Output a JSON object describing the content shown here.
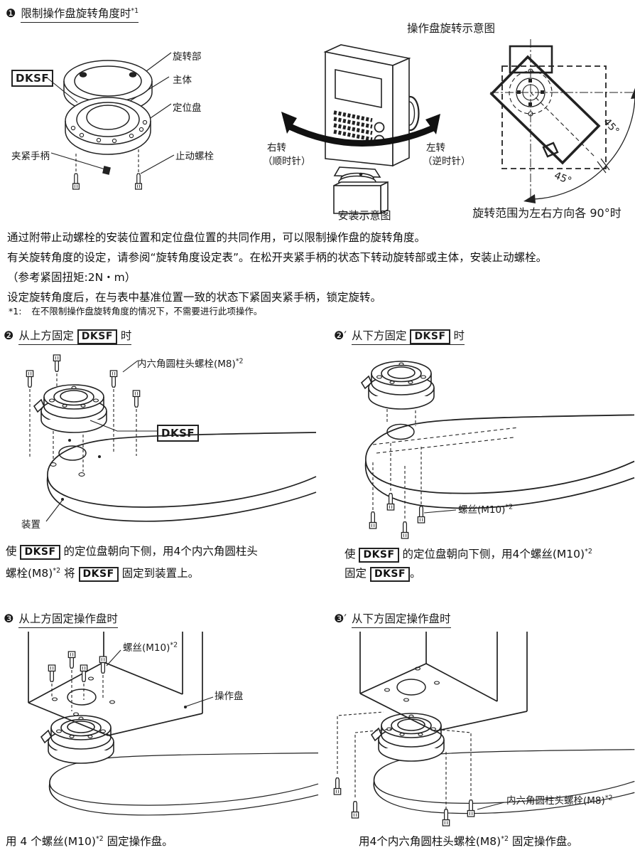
{
  "s1": {
    "bullet": "❶",
    "title": "限制操作盘旋转角度时",
    "title_sup": "*1",
    "flange_fig": {
      "dksf": "DKSF",
      "rotating_part": "旋转部",
      "main_body": "主体",
      "positioning_plate": "定位盘",
      "clamp_handle": "夹紧手柄",
      "stop_bolt": "止动螺栓"
    },
    "panel_fig": {
      "title": "操作盘旋转示意图",
      "right_turn": "右转",
      "right_turn_dir": "（顺时针）",
      "left_turn": "左转",
      "left_turn_dir": "（逆时针）",
      "caption": "安装示意图"
    },
    "rotation_fig": {
      "angle_upper": "45°",
      "angle_lower": "45°",
      "caption": "旋转范围为左右方向各 90°时"
    },
    "para": [
      "通过附带止动螺栓的安装位置和定位盘位置的共同作用，可以限制操作盘的旋转角度。",
      "有关旋转角度的设定，请参阅“旋转角度设定表”。在松开夹紧手柄的状态下转动旋转部或主体，安装止动螺栓。",
      "（参考紧固扭矩:2N・m）",
      "设定旋转角度后，在与表中基准位置一致的状态下紧固夹紧手柄，锁定旋转。"
    ],
    "note_marker": "*1:",
    "note": "在不限制操作盘旋转角度的情况下，不需要进行此项操作。"
  },
  "s2a": {
    "bullet": "❷",
    "t1": "从上方固定",
    "dksf": "DKSF",
    "t2": "时",
    "bolt_label": "内六角圆柱头螺栓(M8)",
    "bolt_sup": "*2",
    "dksf_box": "DKSF",
    "device": "装置",
    "cap": {
      "c1": "使",
      "d1": "DKSF",
      "c2": "的定位盘朝向下侧，用4个内六角圆柱头",
      "c3": "螺栓(M8)",
      "sup": "*2",
      "c4": "将",
      "d2": "DKSF",
      "c5": "固定到装置上。"
    }
  },
  "s2b": {
    "bullet": "❷′",
    "t1": "从下方固定",
    "dksf": "DKSF",
    "t2": "时",
    "screw_label": "螺丝(M10)",
    "screw_sup": "*2",
    "cap": {
      "c1": "使",
      "d1": "DKSF",
      "c2": "的定位盘朝向下侧，用4个螺丝(M10)",
      "sup": "*2",
      "c3": "固定",
      "d2": "DKSF",
      "c4": "。"
    }
  },
  "s3a": {
    "bullet": "❸",
    "title": "从上方固定操作盘时",
    "screw_label": "螺丝(M10)",
    "screw_sup": "*2",
    "panel": "操作盘",
    "cap": {
      "c1": "用 4 个螺丝(M10)",
      "sup": "*2",
      "c2": " 固定操作盘。"
    }
  },
  "s3b": {
    "bullet": "❸′",
    "title": "从下方固定操作盘时",
    "bolt_label": "内六角圆柱头螺栓(M8)",
    "bolt_sup": "*2",
    "cap": {
      "c1": "用4个内六角圆柱头螺栓(M8)",
      "sup": "*2",
      "c2": " 固定操作盘。"
    }
  }
}
